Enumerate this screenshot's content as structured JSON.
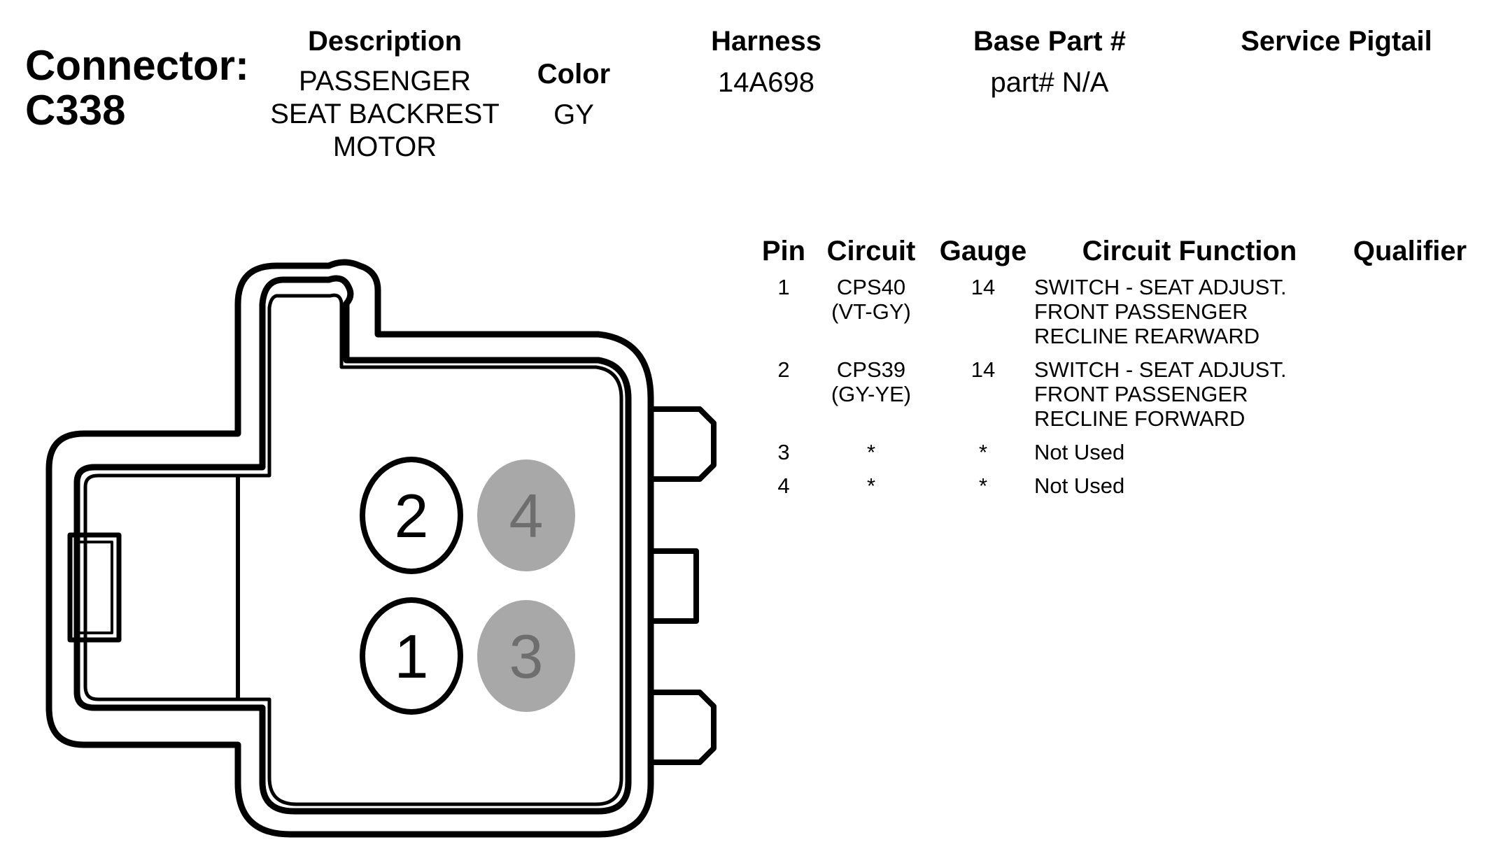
{
  "connector": {
    "label": "Connector:",
    "id": "C338"
  },
  "columns": {
    "description": {
      "header": "Description",
      "lines": [
        "PASSENGER",
        "SEAT BACKREST",
        "MOTOR"
      ]
    },
    "color": {
      "header": "Color",
      "value": "GY"
    },
    "harness": {
      "header": "Harness",
      "value": "14A698"
    },
    "base_part": {
      "header": "Base Part #",
      "value": "part# N/A"
    },
    "service_pigtail": {
      "header": "Service Pigtail",
      "value": ""
    }
  },
  "pin_table": {
    "headers": {
      "pin": "Pin",
      "circuit": "Circuit",
      "gauge": "Gauge",
      "function": "Circuit Function",
      "qualifier": "Qualifier"
    },
    "rows": [
      {
        "pin": "1",
        "circuit": [
          "CPS40",
          "(VT-GY)"
        ],
        "gauge": "14",
        "function": [
          "SWITCH - SEAT ADJUST.",
          "FRONT PASSENGER",
          "RECLINE REARWARD"
        ],
        "qualifier": ""
      },
      {
        "pin": "2",
        "circuit": [
          "CPS39",
          "(GY-YE)"
        ],
        "gauge": "14",
        "function": [
          "SWITCH - SEAT ADJUST.",
          "FRONT PASSENGER",
          "RECLINE FORWARD"
        ],
        "qualifier": ""
      },
      {
        "pin": "3",
        "circuit": [
          "*"
        ],
        "gauge": "*",
        "function": [
          "Not Used"
        ],
        "qualifier": ""
      },
      {
        "pin": "4",
        "circuit": [
          "*"
        ],
        "gauge": "*",
        "function": [
          "Not Used"
        ],
        "qualifier": ""
      }
    ]
  },
  "diagram": {
    "pins": [
      {
        "label": "2",
        "used": true
      },
      {
        "label": "4",
        "used": false
      },
      {
        "label": "1",
        "used": true
      },
      {
        "label": "3",
        "used": false
      }
    ],
    "colors": {
      "used_fill": "#ffffff",
      "unused_fill": "#a8a8a8",
      "unused_text": "#6e6e6e",
      "outline": "#000000"
    }
  }
}
